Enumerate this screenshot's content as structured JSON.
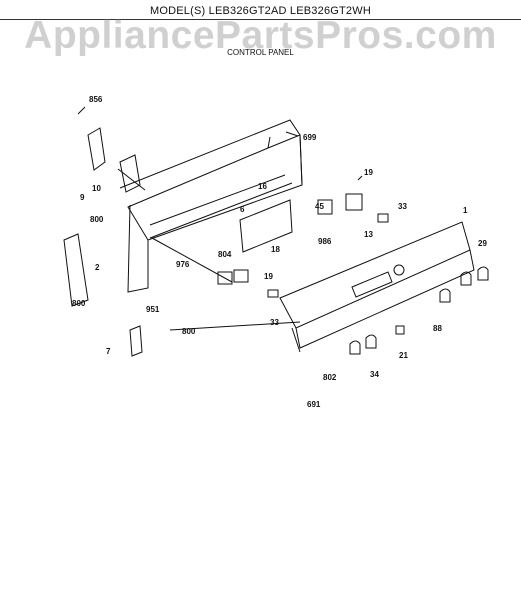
{
  "header": {
    "model": "MODEL(S) LEB326GT2AD  LEB326GT2WH",
    "watermark": "AppliancePartsPros.com",
    "subtitle": "CONTROL PANEL"
  },
  "callouts": [
    "856",
    "699",
    "19",
    "16",
    "45",
    "33",
    "1",
    "29",
    "9",
    "10",
    "6",
    "800",
    "2",
    "976",
    "986",
    "13",
    "804",
    "18",
    "19",
    "951",
    "800",
    "33",
    "88",
    "7",
    "800",
    "21",
    "802",
    "34",
    "691"
  ]
}
